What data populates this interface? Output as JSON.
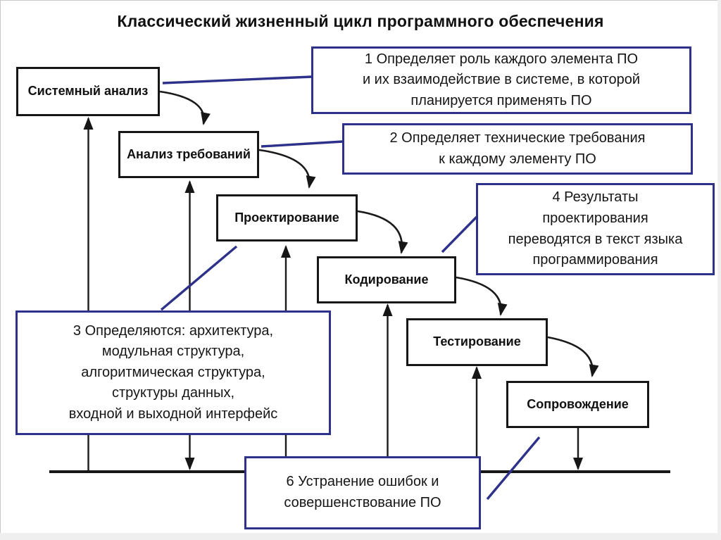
{
  "title": "Классический жизненный цикл программного обеспечения",
  "stages": [
    {
      "id": "system-analysis",
      "label": "Системный анализ"
    },
    {
      "id": "requirements-analysis",
      "label": "Анализ требований"
    },
    {
      "id": "design",
      "label": "Проектирование"
    },
    {
      "id": "coding",
      "label": "Кодирование"
    },
    {
      "id": "testing",
      "label": "Тестирование"
    },
    {
      "id": "maintenance",
      "label": "Сопровождение"
    }
  ],
  "notes": [
    {
      "id": "note-1",
      "lines": [
        "1 Определяет роль каждого элемента ПО",
        "и их взаимодействие в системе, в которой",
        "планируется применять ПО"
      ]
    },
    {
      "id": "note-2",
      "lines": [
        "2 Определяет технические требования",
        "к каждому элементу ПО"
      ]
    },
    {
      "id": "note-3",
      "lines": [
        "3 Определяются: архитектура,",
        "модульная структура,",
        "алгоритмическая структура,",
        "структуры данных,",
        "входной и выходной интерфейс"
      ]
    },
    {
      "id": "note-4",
      "lines": [
        "4 Результаты",
        "проектирования",
        "переводятся в текст языка",
        "программирования"
      ]
    },
    {
      "id": "note-6",
      "lines": [
        "6 Устранение ошибок и",
        "совершенствование ПО"
      ]
    }
  ],
  "colors": {
    "accent": "#2d3189",
    "line": "#1a1a1a"
  }
}
